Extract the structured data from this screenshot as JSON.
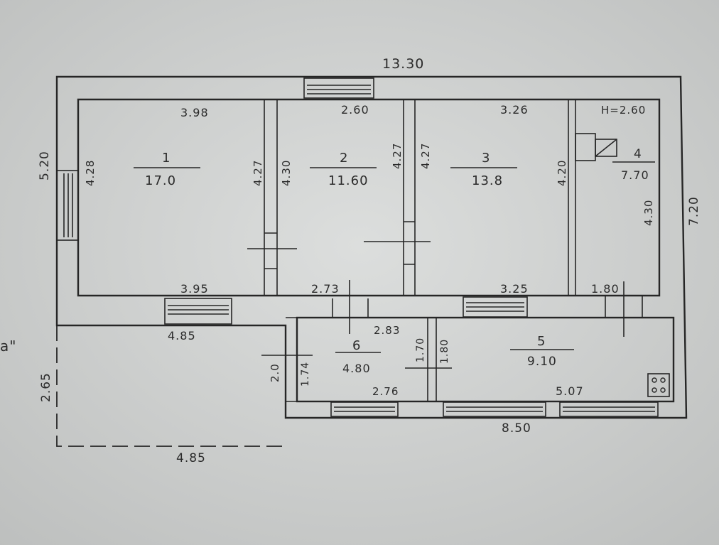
{
  "dimensions": {
    "overall_width": "13.30",
    "left_height": "5.20",
    "right_height": "7.20",
    "bottom_width": "8.50",
    "porch_height": "2.65",
    "porch_width": "4.85",
    "porch_top": "4.85",
    "corridor_height": "2.0",
    "top_window": "2.60",
    "ceiling_height": "H=2.60"
  },
  "rooms": [
    {
      "number": "1",
      "area": "17.0",
      "top": "3.98",
      "bottom": "3.95",
      "left": "4.28",
      "right": "4.27"
    },
    {
      "number": "2",
      "area": "11.60",
      "top": "2.60",
      "bottom": "2.73",
      "left": "4.30",
      "right": "4.27"
    },
    {
      "number": "3",
      "area": "13.8",
      "top": "3.26",
      "bottom": "3.25",
      "left": "4.27",
      "right": "4.20"
    },
    {
      "number": "4",
      "area": "7.70",
      "right": "4.30",
      "bottom": "1.80"
    },
    {
      "number": "5",
      "area": "9.10",
      "bottom": "5.07",
      "left": "1.80"
    },
    {
      "number": "6",
      "area": "4.80",
      "top": "2.83",
      "bottom": "2.76",
      "left": "1.74",
      "right": "1.70"
    }
  ],
  "side_mark": "а\""
}
